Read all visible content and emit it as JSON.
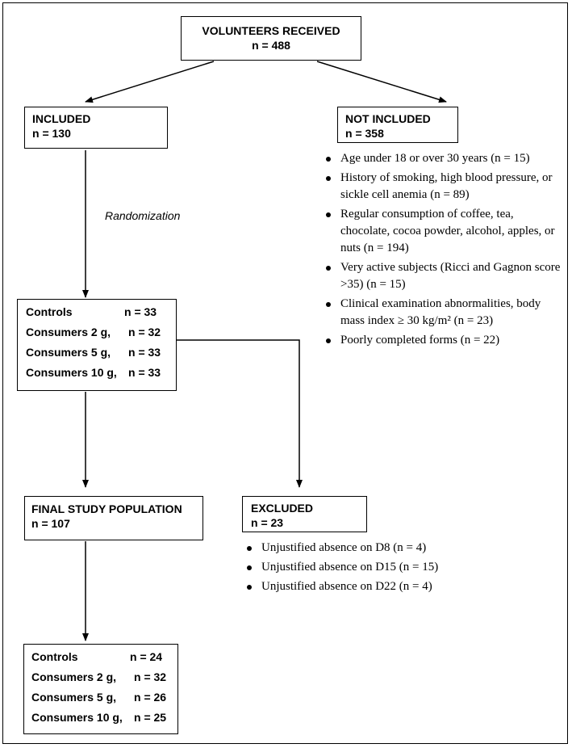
{
  "volunteers": {
    "title": "VOLUNTEERS RECEIVED",
    "count": "n =  488"
  },
  "included": {
    "title": "INCLUDED",
    "count": "n = 130"
  },
  "not_included": {
    "title": "NOT INCLUDED",
    "count": "n = 358",
    "reasons": [
      "Age under 18 or over 30 years (n = 15)",
      "History of smoking, high blood pressure, or sickle cell anemia (n = 89)",
      "Regular consumption of coffee, tea, chocolate, cocoa powder, alcohol, apples, or nuts (n = 194)",
      "Very active subjects (Ricci and Gagnon score >35) (n = 15)",
      "Clinical examination abnormalities, body mass index ≥ 30 kg/m² (n = 23)",
      "Poorly completed forms (n = 22)"
    ]
  },
  "randomization_label": "Randomization",
  "randomized_groups": [
    {
      "label": "Controls",
      "n": "n = 33"
    },
    {
      "label": "Consumers 2 g,",
      "n": "n = 32"
    },
    {
      "label": "Consumers 5 g,",
      "n": "n = 33"
    },
    {
      "label": "Consumers 10 g,",
      "n": "n = 33"
    }
  ],
  "final": {
    "title": "FINAL STUDY POPULATION",
    "count": "n = 107"
  },
  "excluded": {
    "title": "EXCLUDED",
    "count": "n = 23",
    "reasons": [
      "Unjustified absence on D8 (n = 4)",
      "Unjustified absence on D15 (n = 15)",
      "Unjustified absence on D22 (n = 4)"
    ]
  },
  "final_groups": [
    {
      "label": "Controls",
      "n": "n = 24"
    },
    {
      "label": "Consumers 2 g,",
      "n": "n = 32"
    },
    {
      "label": "Consumers 5 g,",
      "n": "n = 26"
    },
    {
      "label": "Consumers 10 g,",
      "n": "n = 25"
    }
  ]
}
